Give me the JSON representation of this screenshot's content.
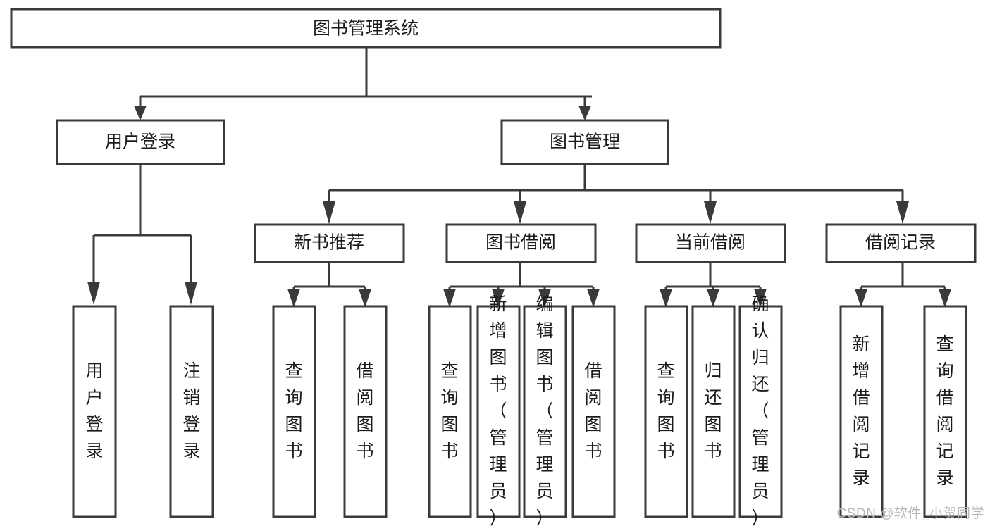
{
  "diagram": {
    "title": "图书管理系统",
    "type": "tree",
    "watermark": "CSDN @软件_小贺同学",
    "colors": {
      "box_stroke": "#3a3a3a",
      "box_fill": "#ffffff",
      "text": "#1b1b1b",
      "watermark": "#b6b6b6",
      "background": "#ffffff"
    },
    "root": {
      "label": "图书管理系统"
    },
    "level2": [
      {
        "label": "用户登录"
      },
      {
        "label": "图书管理"
      }
    ],
    "level3": [
      {
        "label": "新书推荐"
      },
      {
        "label": "图书借阅"
      },
      {
        "label": "当前借阅"
      },
      {
        "label": "借阅记录"
      }
    ],
    "leaves": {
      "user_login": [
        {
          "label": "用户登录"
        },
        {
          "label": "注销登录"
        }
      ],
      "new_book_recommend": [
        {
          "label": "查询图书"
        },
        {
          "label": "借阅图书"
        }
      ],
      "book_borrow": [
        {
          "label": "查询图书"
        },
        {
          "label": "新增图书（管理员）"
        },
        {
          "label": "编辑图书（管理员）"
        },
        {
          "label": "借阅图书"
        }
      ],
      "current_borrow": [
        {
          "label": "查询图书"
        },
        {
          "label": "归还图书"
        },
        {
          "label": "确认归还（管理员）"
        }
      ],
      "borrow_record": [
        {
          "label": "新增借阅记录"
        },
        {
          "label": "查询借阅记录"
        }
      ]
    }
  }
}
